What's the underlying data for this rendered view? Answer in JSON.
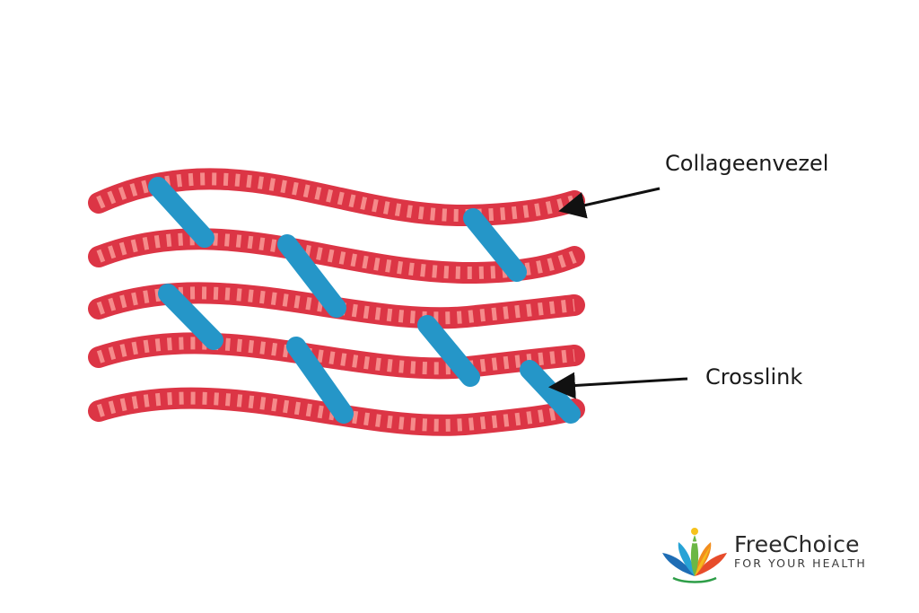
{
  "labels": {
    "collagen_fiber": "Collageenvezel",
    "crosslink": "Crosslink"
  },
  "logo": {
    "name": "FreeChoice",
    "tagline": "FOR YOUR HEALTH"
  },
  "colors": {
    "fiber": "#dc3545",
    "fiber_band": "#f58a8a",
    "crosslink": "#2596c8",
    "arrow": "#111111"
  },
  "icons": [
    "lotus-person-icon"
  ]
}
